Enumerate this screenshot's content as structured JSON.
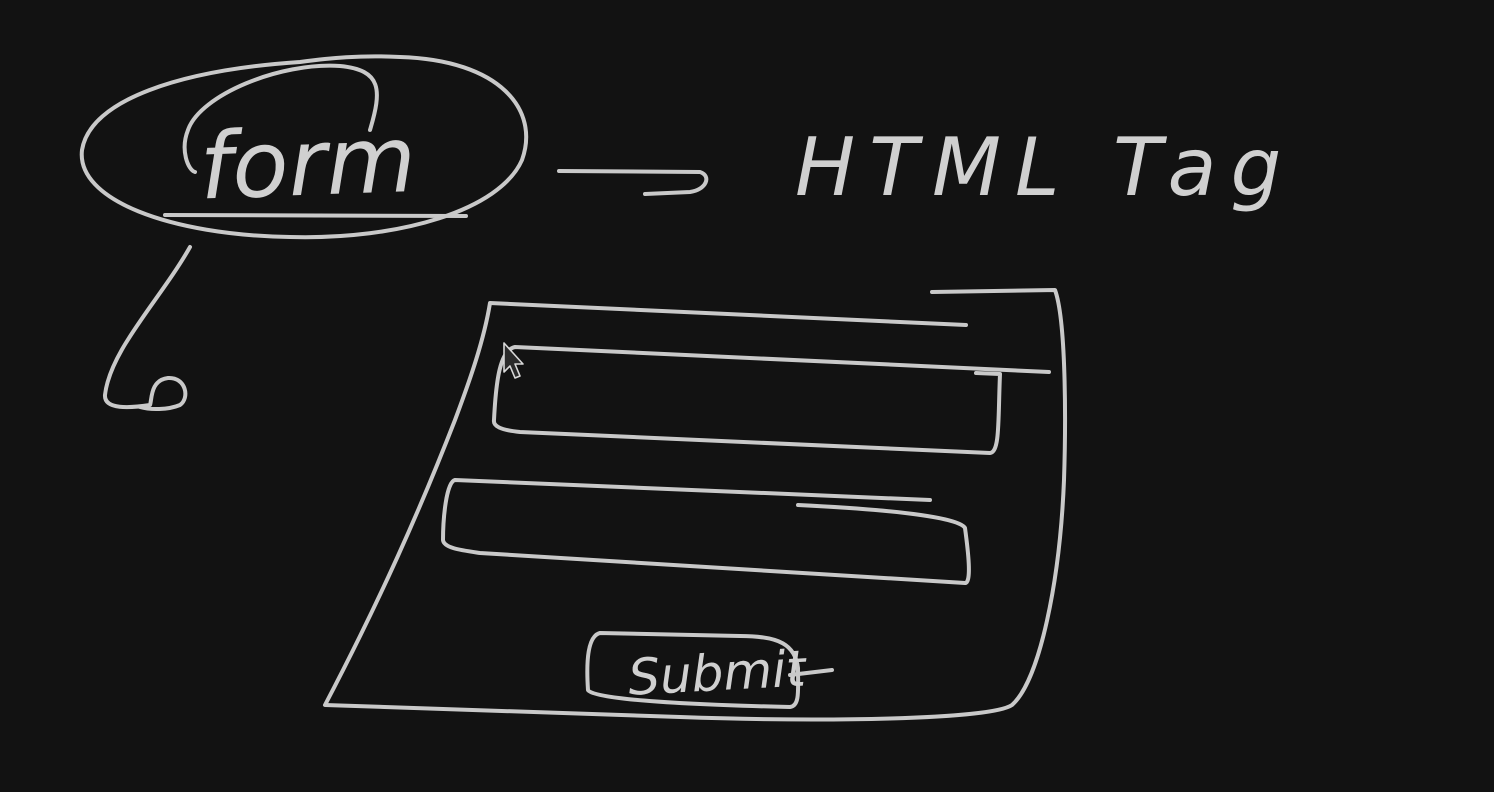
{
  "board": {
    "background": "#121212",
    "ink_color": "#c9c9c9"
  },
  "label_form": "form",
  "label_html_tag": "HTML Tag",
  "label_submit": "Submit",
  "icons": {
    "cursor": "mouse-pointer-icon",
    "arrow": "right-arrow-icon",
    "hook_arrow": "curved-arrow-icon"
  }
}
